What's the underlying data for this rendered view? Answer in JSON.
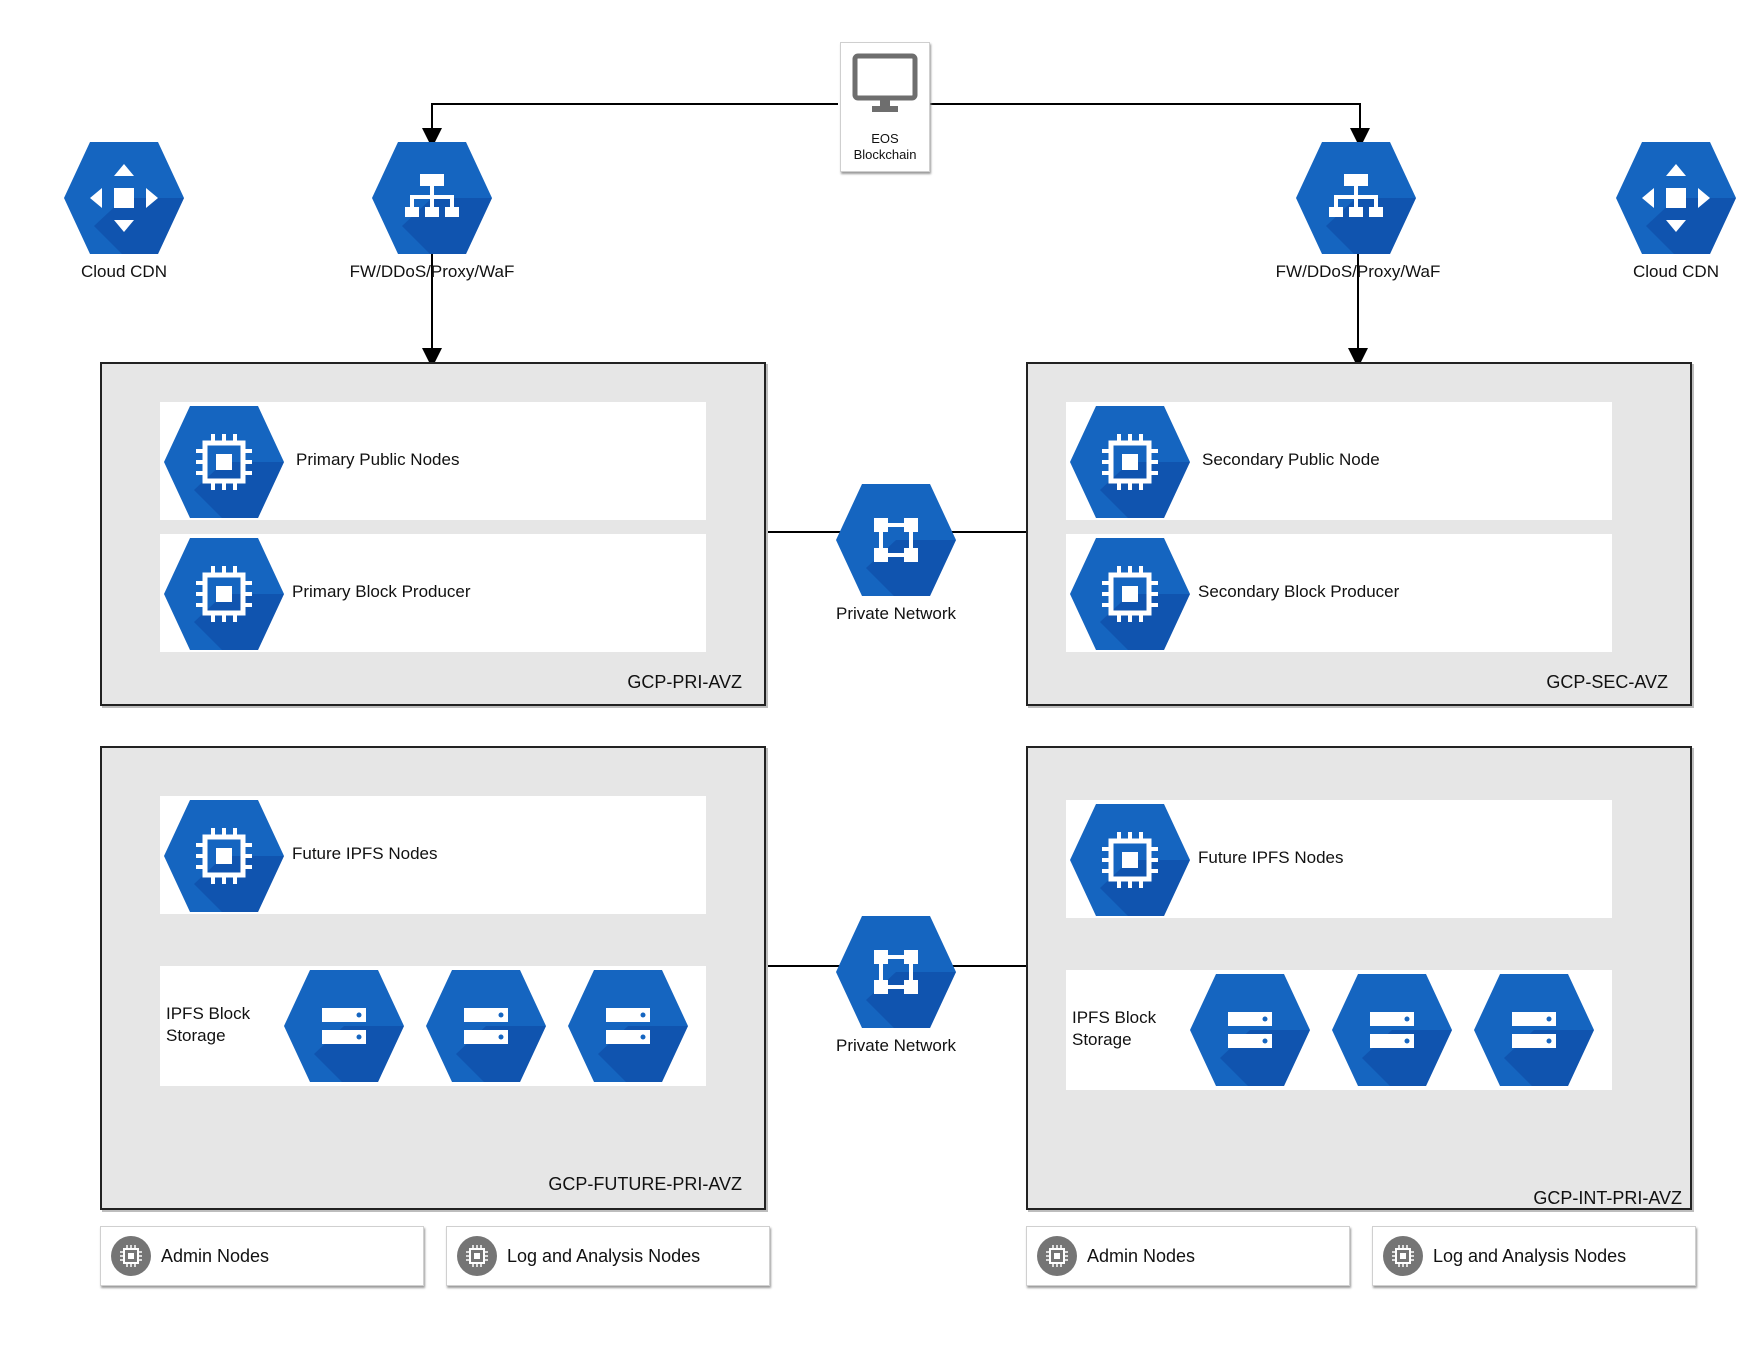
{
  "colors": {
    "hex_blue": "#1565c0",
    "hex_shadow": "#0d47a1",
    "zone_fill": "#e6e6e6",
    "legend_icon": "#757575"
  },
  "top": {
    "eos": {
      "line1": "EOS",
      "line2": "Blockchain",
      "icon": "monitor-icon"
    },
    "cdn_left": {
      "label": "Cloud CDN",
      "icon": "cdn-icon"
    },
    "cdn_right": {
      "label": "Cloud CDN",
      "icon": "cdn-icon"
    },
    "fw_left": {
      "label": "FW/DDoS/Proxy/WaF",
      "icon": "load-balancer-icon"
    },
    "fw_right": {
      "label": "FW/DDoS/Proxy/WaF",
      "icon": "load-balancer-icon"
    }
  },
  "zones": {
    "pri": {
      "name": "GCP-PRI-AVZ",
      "row1": "Primary Public Nodes",
      "row2": "Primary Block Producer"
    },
    "sec": {
      "name": "GCP-SEC-AVZ",
      "row1": "Secondary Public Node",
      "row2": "Secondary Block Producer"
    },
    "future": {
      "name": "GCP-FUTURE-PRI-AVZ",
      "row1": "Future IPFS Nodes",
      "storage_line1": "IPFS Block",
      "storage_line2": "Storage"
    },
    "int": {
      "name": "GCP-INT-PRI-AVZ",
      "row1": "Future IPFS Nodes",
      "storage_line1": "IPFS Block",
      "storage_line2": "Storage"
    }
  },
  "network": {
    "upper": "Private Network",
    "lower": "Private Network",
    "icon": "private-network-icon"
  },
  "legend": {
    "left_admin": "Admin Nodes",
    "left_log": "Log and Analysis Nodes",
    "right_admin": "Admin Nodes",
    "right_log": "Log and Analysis Nodes"
  }
}
